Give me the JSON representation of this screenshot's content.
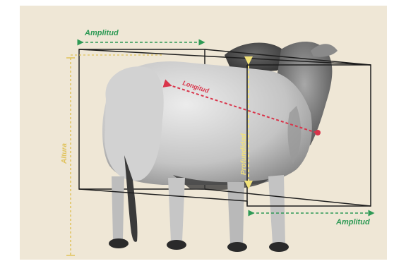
{
  "labels": {
    "amplitud_top": "Amplitud",
    "amplitud_bottom": "Amplitud",
    "altura": "Altura",
    "profundidad": "Profundidad",
    "longitud": "Longitud"
  },
  "colors": {
    "background": "#efe7d6",
    "amplitud": "#2e9a55",
    "altura": "#e0c25a",
    "profundidad": "#f2e27a",
    "longitud": "#d9344a",
    "box_lines": "#1e1e1e",
    "animal_body": "#c9c9c9",
    "animal_shadow": "#8d8d8d",
    "hump": "#4d4d4d"
  }
}
